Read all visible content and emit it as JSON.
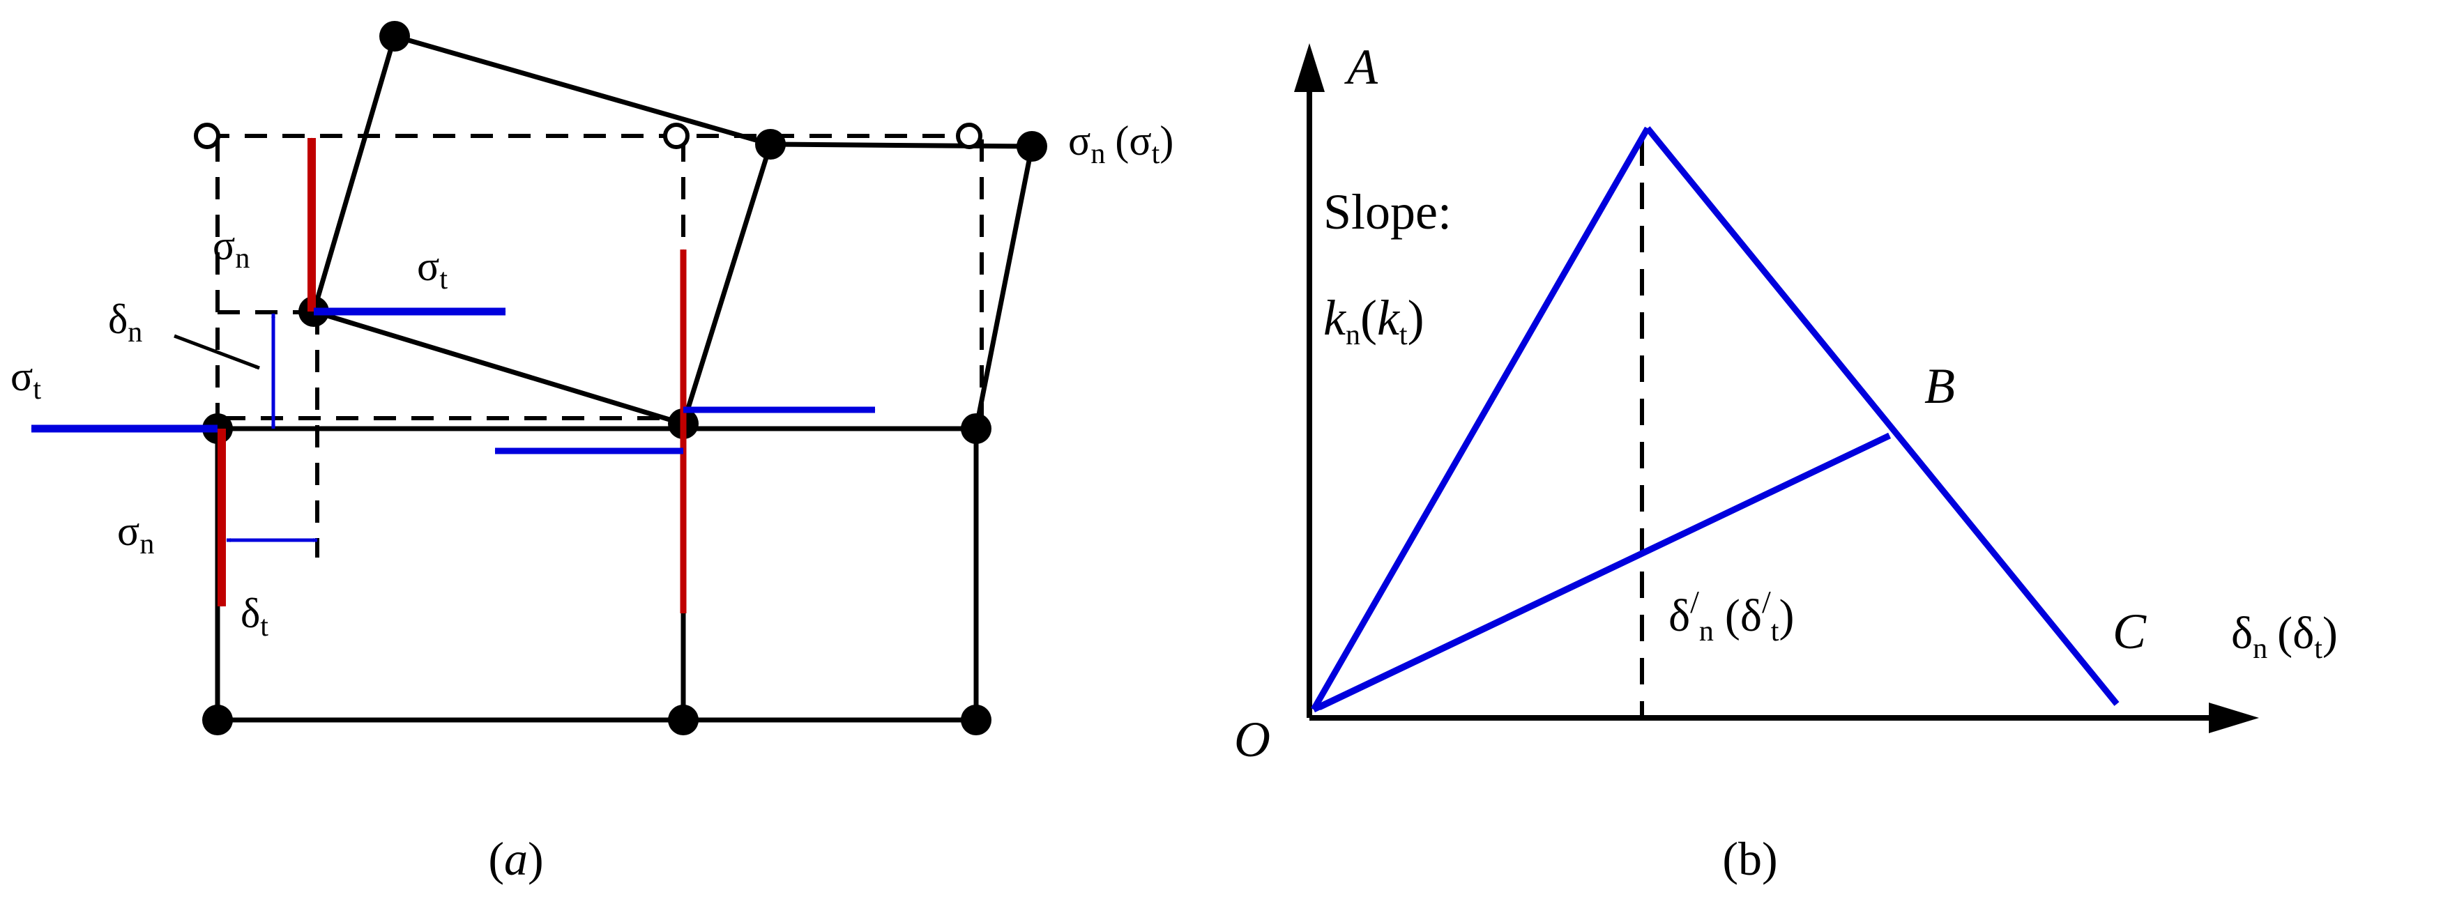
{
  "colors": {
    "ink": "#000000",
    "normal_arrow": "#c00000",
    "shear_arrow": "#0000dd",
    "background": "#ffffff"
  },
  "panel_a": {
    "caption_open": "(",
    "caption_letter": "a",
    "caption_close": ")",
    "sigma": "σ",
    "delta": "δ",
    "sub_n": "n",
    "sub_t": "t",
    "paren_open": "(",
    "paren_close": ")"
  },
  "panel_b": {
    "caption": "(b)",
    "point_a": "A",
    "point_b": "B",
    "point_c": "C",
    "origin": "O",
    "slope_label": "Slope:",
    "k": "k",
    "delta": "δ",
    "prime": "/",
    "sub_n": "n",
    "sub_t": "t",
    "paren_open": "(",
    "paren_close": ")"
  }
}
